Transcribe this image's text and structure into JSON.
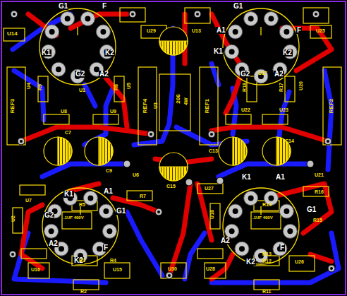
{
  "diagram": {
    "labels": [
      "U14",
      "G1",
      "F",
      "K1",
      "K2",
      "G2",
      "A2",
      "U1",
      "R9",
      "R8",
      "U5",
      "U4",
      "REF3",
      "REF4",
      "U8",
      "U9",
      "C7",
      "C9",
      "U29",
      "U13",
      "U3",
      "206",
      "4W",
      "REF1",
      "C15",
      "U6",
      "R7",
      "G1",
      "A1",
      "K1",
      "K2",
      "F",
      "U25",
      "U17",
      "G2",
      "A2",
      "R18",
      "R17",
      "U20",
      "REF2",
      "U22",
      "U23",
      "C13",
      "C14",
      "U7",
      "K1",
      "A1",
      "G2",
      "G1",
      "R5",
      ".1UF 400V",
      "U2",
      "A2",
      "F",
      "K2",
      "R3",
      "R4",
      "U16",
      "U15",
      "R2",
      "K1",
      "A1",
      "U21",
      "U27",
      "U18",
      "G1",
      "R16",
      "R14",
      ".1UF 400V",
      "R15",
      "A2",
      "K2",
      "F",
      "R13",
      "R12",
      "U28",
      "U26",
      "U30",
      "R11"
    ]
  }
}
